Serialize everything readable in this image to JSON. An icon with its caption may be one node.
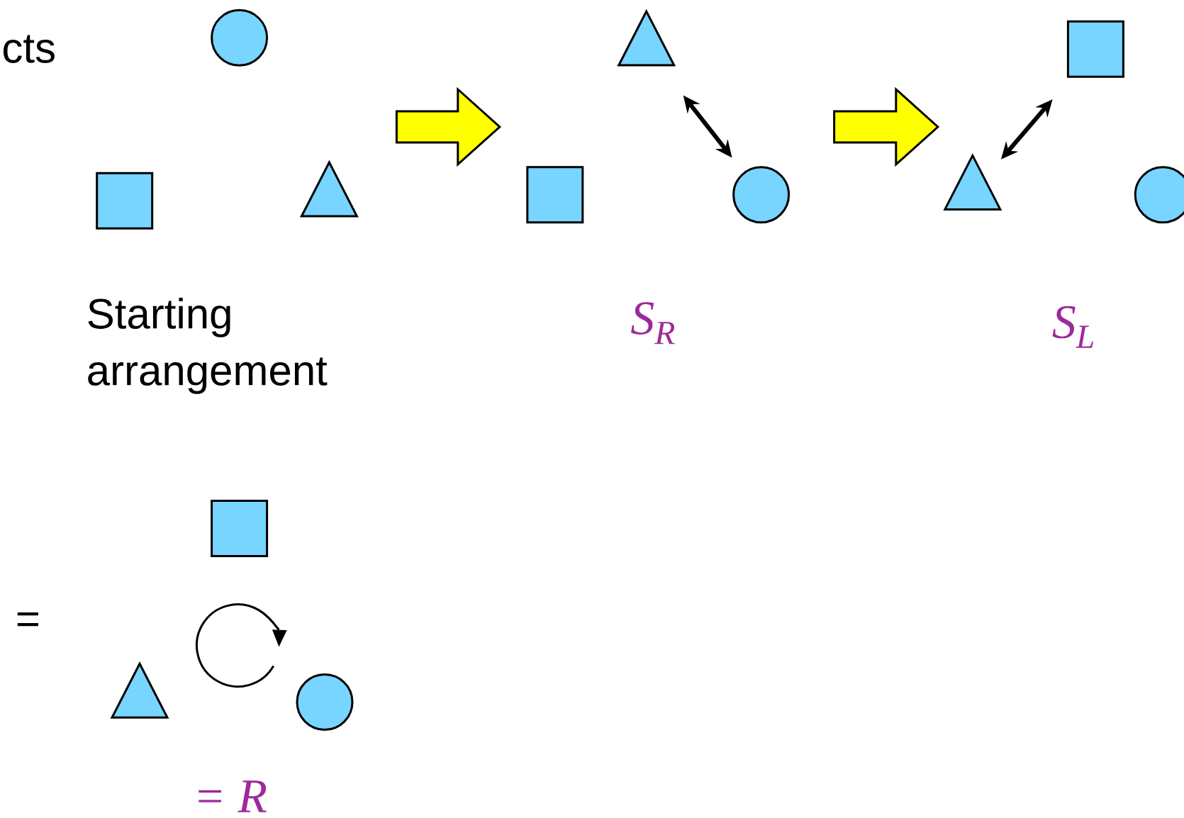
{
  "diagram": {
    "nodes": [
      {
        "text": [],
        "shape": "circle"
      },
      {
        "text": [],
        "shape": "box"
      },
      {
        "text": [],
        "shape": "triangle"
      },
      {
        "text": [],
        "shape": "triangle"
      },
      {
        "text": [],
        "shape": "box"
      },
      {
        "text": [],
        "shape": "circle"
      },
      {
        "text": [],
        "shape": "box"
      },
      {
        "text": [],
        "shape": "triangle"
      },
      {
        "text": [],
        "shape": "circle"
      },
      {
        "text": [],
        "shape": "box"
      },
      {
        "text": [],
        "shape": "triangle"
      },
      {
        "text": [],
        "shape": "circle"
      }
    ],
    "edges": [
      {
        "from": 2,
        "to": 4,
        "arrow": "to",
        "style": "thick",
        "color": "#ffff00"
      },
      {
        "from": 3,
        "to": 5,
        "arrow": "both"
      },
      {
        "from": 5,
        "to": 7,
        "arrow": "to",
        "style": "thick",
        "color": "#ffff00"
      },
      {
        "from": 6,
        "to": 7,
        "arrow": "both"
      }
    ],
    "labels": [
      "cts",
      "Starting arrangement",
      "S$_{R}$",
      "S$_{L}$",
      "=",
      "= R"
    ]
  }
}
